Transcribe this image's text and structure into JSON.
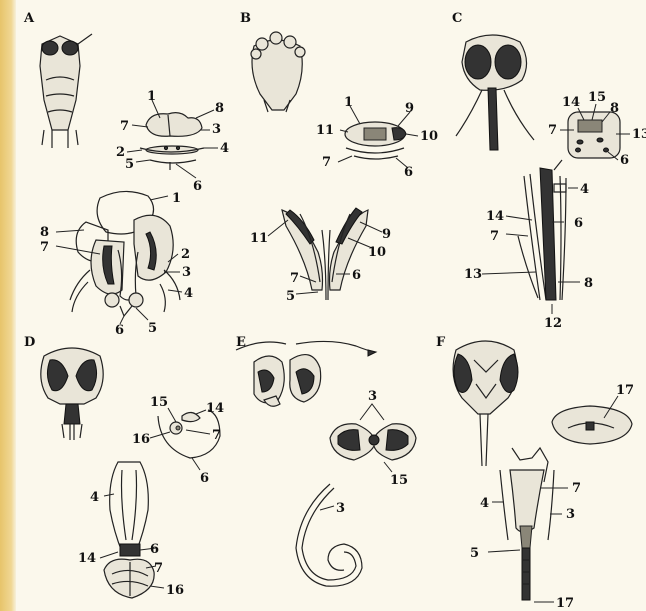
{
  "panels": {
    "A": "A",
    "B": "B",
    "C": "C",
    "D": "D",
    "E": "E",
    "F": "F"
  },
  "labels": {
    "a_xs": [
      "1",
      "8",
      "7",
      "3",
      "2",
      "4",
      "5",
      "6"
    ],
    "a_mp": [
      "1",
      "8",
      "7",
      "2",
      "3",
      "4",
      "6",
      "5"
    ],
    "b_xs": [
      "1",
      "9",
      "11",
      "10",
      "7",
      "6"
    ],
    "b_mp": [
      "11",
      "9",
      "10",
      "7",
      "6",
      "5"
    ],
    "c_xs": [
      "14",
      "15",
      "8",
      "7",
      "13",
      "6"
    ],
    "c_mp": [
      "4",
      "14",
      "6",
      "7",
      "13",
      "8",
      "12"
    ],
    "d_xs": [
      "15",
      "14",
      "16",
      "7",
      "6"
    ],
    "d_mp": [
      "4",
      "14",
      "6",
      "7",
      "16"
    ],
    "e_xs": [
      "3",
      "15"
    ],
    "e_mp": [
      "3"
    ],
    "f_xs": [
      "17"
    ],
    "f_mp": [
      "7",
      "4",
      "3",
      "5",
      "17"
    ]
  }
}
